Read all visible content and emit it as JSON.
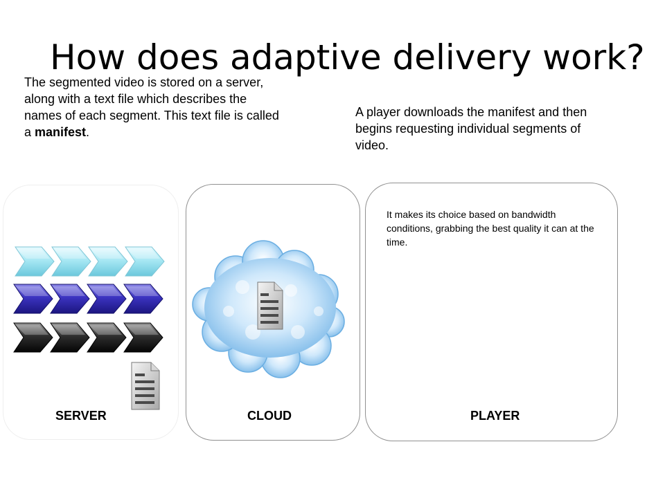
{
  "slide": {
    "title": "How does adaptive delivery work?",
    "left_text_main": "The segmented video is stored on a server, along with a text file which describes the names of each segment. This text file is called a ",
    "left_text_emphasis": "manifest",
    "left_text_end": ".",
    "right_text": "A player downloads the manifest and then begins requesting individual segments of video.",
    "player_note": "It makes its choice based on bandwidth conditions, grabbing the best quality it can at the time."
  },
  "panels": {
    "server_label": "SERVER",
    "cloud_label": "CLOUD",
    "player_label": "PLAYER"
  },
  "segment_rows": [
    {
      "quality": "light",
      "color": "#9fe3f0",
      "count": 4
    },
    {
      "quality": "medium",
      "color": "#3a32b8",
      "count": 4
    },
    {
      "quality": "dark",
      "color": "#2a2a2a",
      "count": 4
    }
  ],
  "icons": {
    "manifest_server": "document-icon",
    "manifest_cloud": "document-icon",
    "cloud": "cloud-icon"
  }
}
